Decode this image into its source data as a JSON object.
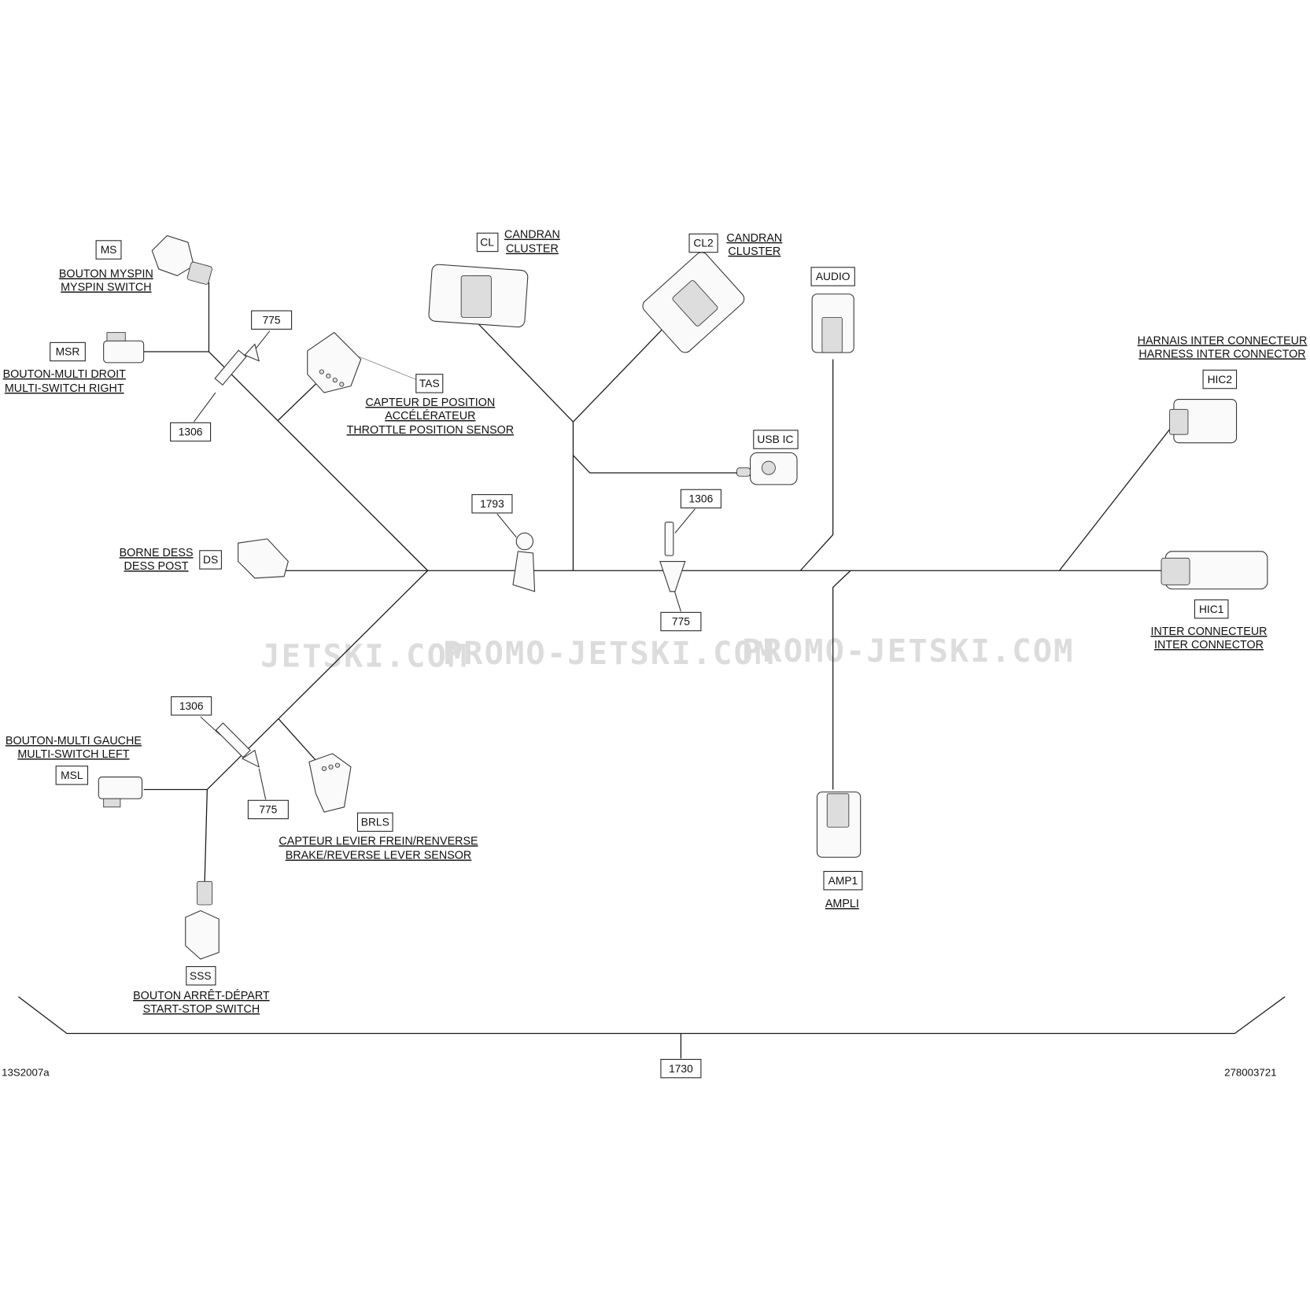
{
  "watermark": [
    "JETSKI.COM",
    "PROMO-JETSKI.COM",
    "PROMO-JETSKI.COM"
  ],
  "tags": {
    "ms": "MS",
    "msr": "MSR",
    "p775_a": "775",
    "p1306_a": "1306",
    "tas": "TAS",
    "cl": "CL",
    "cl2": "CL2",
    "audio": "AUDIO",
    "hic2": "HIC2",
    "usb": "USB IC",
    "p1793": "1793",
    "p1306_b": "1306",
    "ds": "DS",
    "p775_b": "775",
    "hic1": "HIC1",
    "p1306_c": "1306",
    "msl": "MSL",
    "p775_c": "775",
    "brls": "BRLS",
    "amp1": "AMP1",
    "sss": "SSS",
    "p1730": "1730"
  },
  "labels": {
    "myspin": [
      "BOUTON MYSPIN",
      "MYSPIN SWITCH"
    ],
    "msr": [
      "BOUTON-MULTI DROIT",
      "MULTI-SWITCH RIGHT"
    ],
    "tas": [
      "CAPTEUR DE POSITION",
      "ACCÉLÉRATEUR",
      "THROTTLE POSITION SENSOR"
    ],
    "cl": [
      "CANDRAN",
      "CLUSTER"
    ],
    "cl2": [
      "CANDRAN",
      "CLUSTER"
    ],
    "hic2": [
      "HARNAIS INTER CONNECTEUR",
      "HARNESS INTER CONNECTOR"
    ],
    "ds": [
      "BORNE DESS",
      "DESS POST"
    ],
    "hic1": [
      "INTER CONNECTEUR",
      "INTER CONNECTOR"
    ],
    "msl": [
      "BOUTON-MULTI GAUCHE",
      "MULTI-SWITCH LEFT"
    ],
    "brls": [
      "CAPTEUR LEVIER FREIN/RENVERSE",
      "BRAKE/REVERSE LEVER SENSOR"
    ],
    "amp1": [
      "AMPLI"
    ],
    "sss": [
      "BOUTON ARRÊT-DÉPART",
      "START-STOP SWITCH"
    ]
  },
  "footer": {
    "left_code": "13S2007a",
    "right_code": "278003721"
  }
}
